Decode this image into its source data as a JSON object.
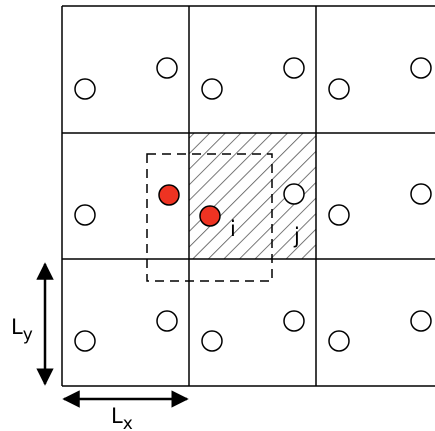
{
  "labels": {
    "particle_i": "i",
    "particle_j": "j",
    "ly_main": "L",
    "ly_sub": "y",
    "lx_main": "L",
    "lx_sub": "x"
  },
  "colors": {
    "line": "#000000",
    "highlight_particle": "#ee3322",
    "open_particle": "#ffffff",
    "hatch": "#555555"
  },
  "icons": {
    "open_particle": "circle-outline",
    "highlight_particle": "circle-filled"
  }
}
